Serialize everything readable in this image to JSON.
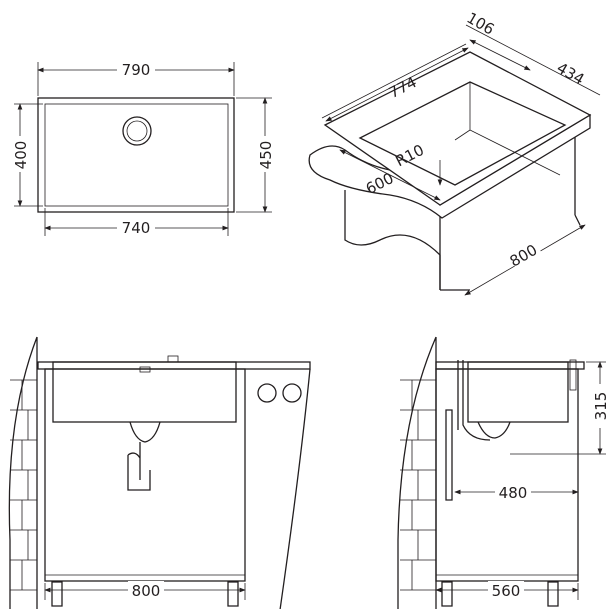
{
  "top_view": {
    "width_outer": "790",
    "width_inner": "740",
    "depth_inner": "400",
    "depth_outer": "450"
  },
  "iso_view": {
    "length": "774",
    "rim": "106",
    "depth": "434",
    "radius": "R10",
    "cabinet_depth": "600",
    "cabinet_width": "800"
  },
  "front_view": {
    "cabinet_width": "800"
  },
  "side_view": {
    "cabinet_depth": "560",
    "drain_offset": "480",
    "bowl_depth": "315"
  },
  "colors": {
    "line": "#231f20",
    "background": "#ffffff"
  }
}
